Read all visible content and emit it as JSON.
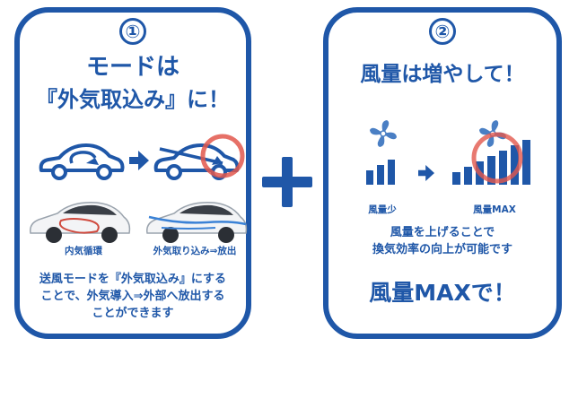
{
  "panel1": {
    "number": "①",
    "title_line1": "モードは",
    "title_line2": "『外気取込み』に！",
    "label_left": "内気循環",
    "label_right": "外気取り込み⇒放出",
    "body_line1": "送風モードを『外気取込み』にする",
    "body_line2": "ことで、外気導入⇒外部へ放出する",
    "body_line3": "ことができます"
  },
  "panel2": {
    "number": "②",
    "title": "風量は増やして！",
    "label_low": "風量少",
    "label_max": "風量MAX",
    "body_line1": "風量を上げることで",
    "body_line2": "換気効率の向上が可能です",
    "footer": "風量MAXで！"
  },
  "colors": {
    "brand_blue": "#1f57a8",
    "highlight_red": "#e2574c"
  }
}
